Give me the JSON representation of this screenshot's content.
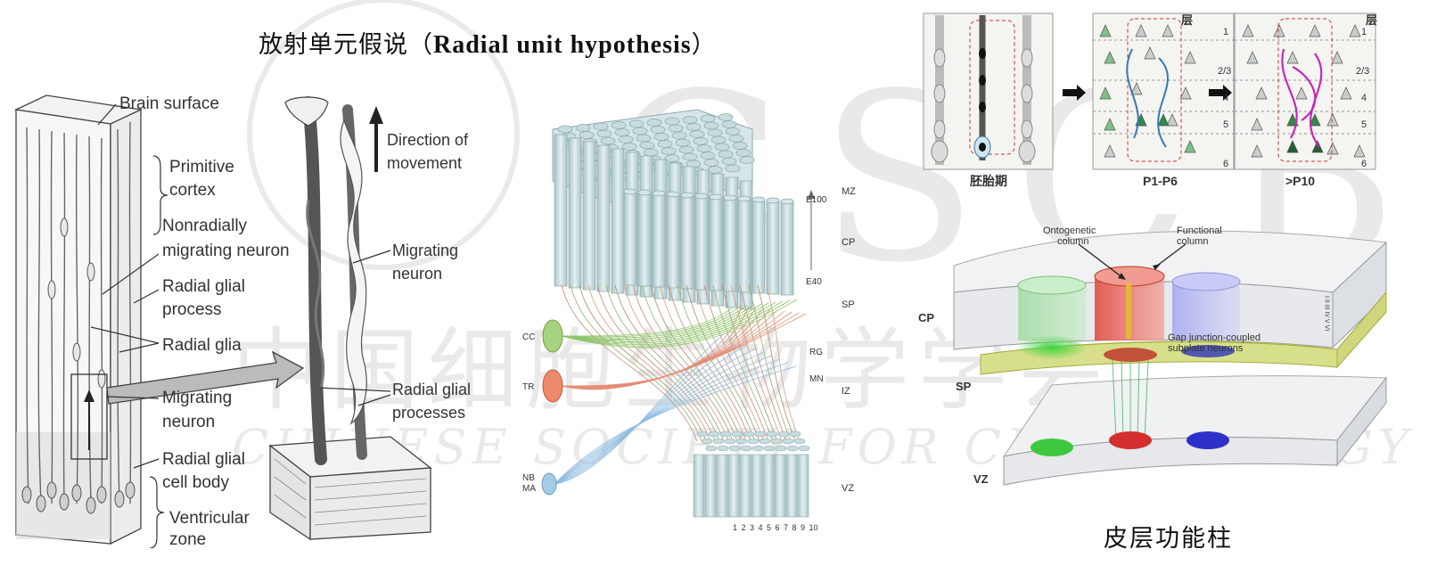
{
  "title": {
    "cn": "放射单元假说（",
    "en": "Radial unit hypothesis",
    "close": "）"
  },
  "caption": "皮层功能柱",
  "left_panel": {
    "labels": {
      "brain_surface": "Brain surface",
      "primitive_cortex_1": "Primitive",
      "primitive_cortex_2": "cortex",
      "nonradial_1": "Nonradially",
      "nonradial_2": "migrating neuron",
      "rg_process_1": "Radial glial",
      "rg_process_2": "process",
      "radial_glia": "Radial glia",
      "migrating_1": "Migrating",
      "migrating_2": "neuron",
      "rg_cell_body_1": "Radial glial",
      "rg_cell_body_2": "cell body",
      "ventricular_1": "Ventricular",
      "ventricular_2": "zone"
    }
  },
  "mid_left_panel": {
    "labels": {
      "direction_1": "Direction of",
      "direction_2": "movement",
      "migrating_1": "Migrating",
      "migrating_2": "neuron",
      "rg_proc_1": "Radial glial",
      "rg_proc_2": "processes"
    }
  },
  "center_panel": {
    "zones": [
      "MZ",
      "CP",
      "SP",
      "IZ",
      "VZ"
    ],
    "markers": {
      "e100": "E100",
      "e40": "E40",
      "rg": "RG",
      "mn": "MN"
    },
    "inputs": {
      "cc": "CC",
      "tr": "TR",
      "nb": "NB",
      "ma": "MA"
    },
    "numbers": [
      "1",
      "2",
      "3",
      "4",
      "5",
      "6",
      "7",
      "8",
      "9",
      "10"
    ]
  },
  "top_right_panel": {
    "layers_header": "层",
    "layers": [
      "1",
      "2/3",
      "4",
      "5",
      "6"
    ],
    "stages": [
      "胚胎期",
      "P1-P6",
      ">P10"
    ]
  },
  "bottom_right_panel": {
    "ontogenetic_1": "Ontogenetic",
    "ontogenetic_2": "column",
    "functional_1": "Functional",
    "functional_2": "column",
    "gap_1": "Gap junction-coupled",
    "gap_2": "subplate neurons",
    "cp": "CP",
    "sp": "SP",
    "vz": "VZ",
    "side_layers": "I II III IV V VI"
  },
  "watermark": {
    "cn": "中国细胞生物学学会",
    "en": "CHINESE SOCIETY FOR CELL BIOLOGY",
    "logo": "CSCB"
  },
  "colors": {
    "green": "#5fcf5f",
    "red": "#e0443a",
    "blue": "#5b5ee0",
    "column_fill": "#cfe3e6",
    "column_stroke": "#8ea9ad",
    "magenta": "#c02ab7",
    "cp_slab": "#e9ecef",
    "sp_slab": "#e3e8a3"
  }
}
